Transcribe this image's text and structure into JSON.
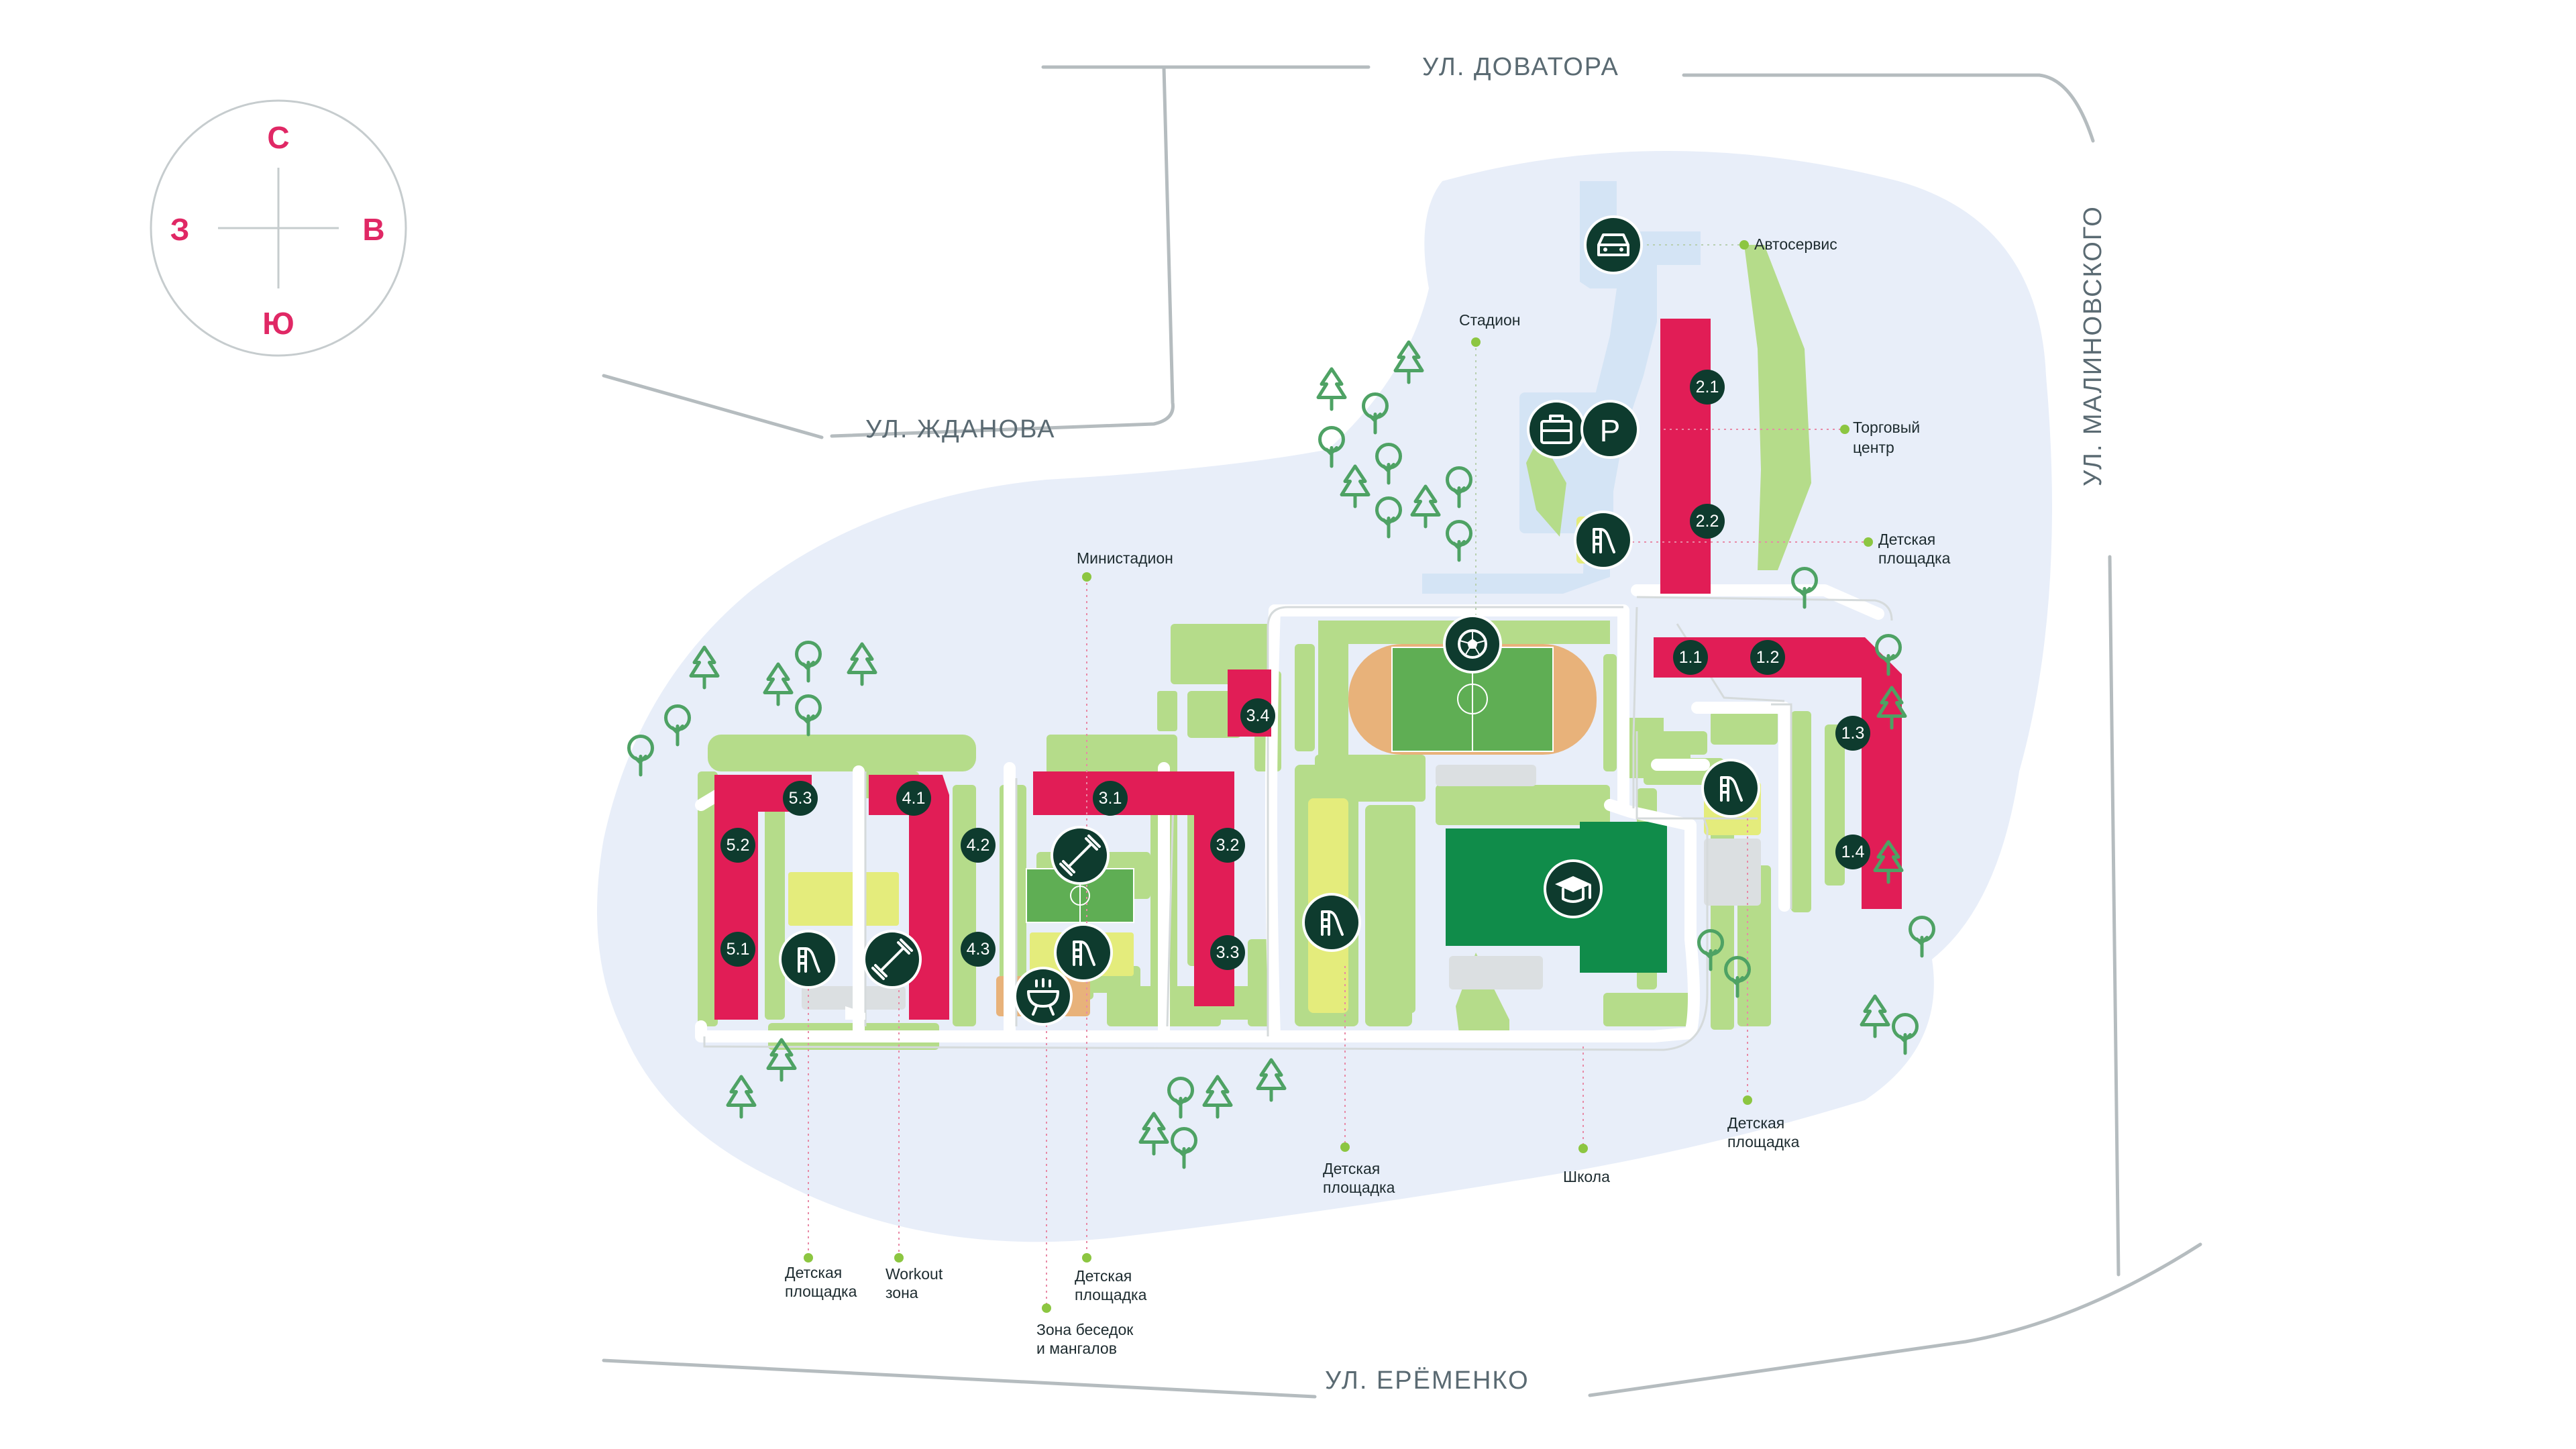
{
  "compass": {
    "north": "С",
    "west": "З",
    "east": "В",
    "south": "Ю"
  },
  "streets": {
    "north": "УЛ. ДОВАТОРА",
    "west": "УЛ. ЖДАНОВА",
    "east": "УЛ. МАЛИНОВСКОГО",
    "south": "УЛ. ЕРЁМЕНКО"
  },
  "buildings": {
    "b11": "1.1",
    "b12": "1.2",
    "b13": "1.3",
    "b14": "1.4",
    "b21": "2.1",
    "b22": "2.2",
    "b31": "3.1",
    "b32": "3.2",
    "b33": "3.3",
    "b34": "3.4",
    "b41": "4.1",
    "b42": "4.2",
    "b43": "4.3",
    "b51": "5.1",
    "b52": "5.2",
    "b53": "5.3"
  },
  "labels": {
    "autoservice": "Автосервис",
    "stadium": "Стадион",
    "mall_1": "Торговый",
    "mall_2": "центр",
    "playground_ne_1": "Детская",
    "playground_ne_2": "площадка",
    "ministadium": "Министадион",
    "playground_e_1": "Детская",
    "playground_e_2": "площадка",
    "school": "Школа",
    "playground_c_1": "Детская",
    "playground_c_2": "площадка",
    "playground_w_1": "Детская",
    "playground_w_2": "площадка",
    "workout_1": "Workout",
    "workout_2": "зона",
    "playground_m_1": "Детская",
    "playground_m_2": "площадка",
    "bbq_1": "Зона беседок",
    "bbq_2": "и мангалов"
  },
  "icons": {
    "car": "car-icon",
    "briefcase": "briefcase-icon",
    "parking": "P",
    "ball": "soccer-ball-icon",
    "school": "graduation-cap-icon",
    "slide": "playground-slide-icon",
    "dumbbell": "dumbbell-icon",
    "grill": "bbq-grill-icon",
    "tree": "tree-icon"
  },
  "colors": {
    "building": "#e11d56",
    "territory": "#e8eef9",
    "green_area": "#b5dc8a",
    "poi": "#0e3b2e",
    "compass_letters": "#e02865"
  }
}
